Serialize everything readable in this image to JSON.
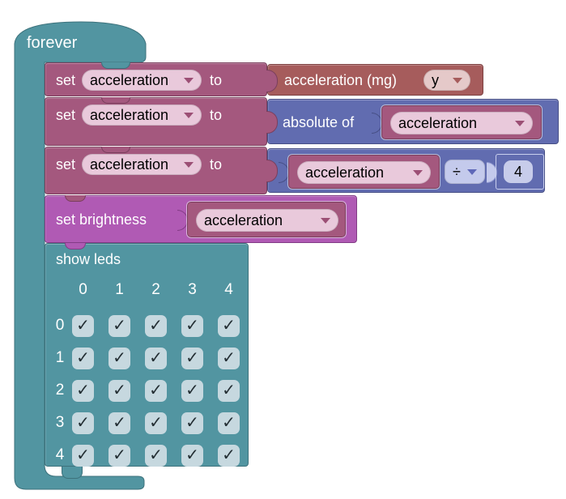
{
  "colors": {
    "loops_teal": "#5295A1",
    "variables_mauve": "#A4587E",
    "input_red": "#A65C5C",
    "math_blue": "#616CB0",
    "led_magenta": "#B05AB4",
    "field_pink": "#E9C9DB",
    "field_light_red": "#E5C9C9",
    "field_light_blue": "#C4CAEC",
    "checkbox_bg": "#C6D8DF"
  },
  "forever_block": {
    "label": "forever"
  },
  "set_rows": [
    {
      "set": "set",
      "variable": "acceleration",
      "to": "to",
      "value": {
        "block": "acceleration (mg)",
        "axis": "y"
      }
    },
    {
      "set": "set",
      "variable": "acceleration",
      "to": "to",
      "value": {
        "block": "absolute of",
        "variable": "acceleration"
      }
    },
    {
      "set": "set",
      "variable": "acceleration",
      "to": "to",
      "value": {
        "variable": "acceleration",
        "operator": "÷",
        "operand": "4"
      }
    }
  ],
  "brightness_block": {
    "label": "set brightness",
    "variable": "acceleration"
  },
  "show_leds_block": {
    "label": "show leds",
    "column_headers": [
      "0",
      "1",
      "2",
      "3",
      "4"
    ],
    "row_headers": [
      "0",
      "1",
      "2",
      "3",
      "4"
    ],
    "checked_glyph": "✓",
    "grid": [
      [
        1,
        1,
        1,
        1,
        1
      ],
      [
        1,
        1,
        1,
        1,
        1
      ],
      [
        1,
        1,
        1,
        1,
        1
      ],
      [
        1,
        1,
        1,
        1,
        1
      ],
      [
        1,
        1,
        1,
        1,
        1
      ]
    ]
  }
}
